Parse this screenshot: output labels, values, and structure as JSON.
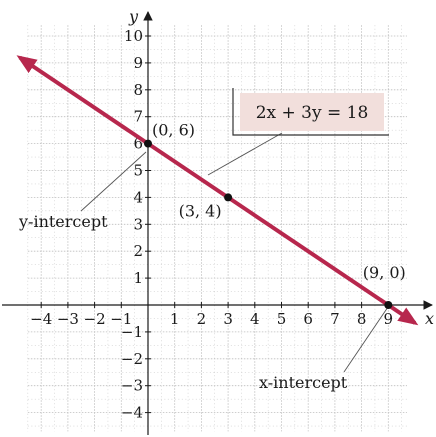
{
  "chart_data": {
    "type": "line",
    "title": "",
    "xlabel": "x",
    "ylabel": "y",
    "xlim": [
      -4.5,
      9.7
    ],
    "ylim": [
      -4.7,
      10.4
    ],
    "grid": true,
    "x_ticks": [
      -4,
      -3,
      -2,
      -1,
      1,
      2,
      3,
      4,
      5,
      6,
      7,
      8,
      9
    ],
    "x_tick_labels": [
      "−4",
      "−3",
      "−2",
      "−1",
      "1",
      "2",
      "3",
      "4",
      "5",
      "6",
      "7",
      "8",
      "9"
    ],
    "y_ticks": [
      -4,
      -3,
      -2,
      -1,
      1,
      2,
      3,
      4,
      5,
      6,
      7,
      8,
      9,
      10
    ],
    "y_tick_labels": [
      "−4",
      "−3",
      "−2",
      "−1",
      "1",
      "2",
      "3",
      "4",
      "5",
      "6",
      "7",
      "8",
      "9",
      "10"
    ],
    "series": [
      {
        "equation": "2x + 3y = 18",
        "x": [
          -4.8,
          10.0
        ],
        "y": [
          9.2,
          -0.67
        ],
        "color": "#b7274d"
      }
    ],
    "points": [
      {
        "x": 0,
        "y": 6,
        "label": "(0, 6)"
      },
      {
        "x": 3,
        "y": 4,
        "label": "(3, 4)"
      },
      {
        "x": 9,
        "y": 0,
        "label": "(9, 0)"
      }
    ],
    "annotations": {
      "equation_box": "2x + 3y = 18",
      "y_intercept": "y-intercept",
      "x_intercept": "x-intercept"
    },
    "colors": {
      "line": "#b7274d",
      "equation_box": "#f2dfdc",
      "grid": "#bdbdbd"
    }
  }
}
